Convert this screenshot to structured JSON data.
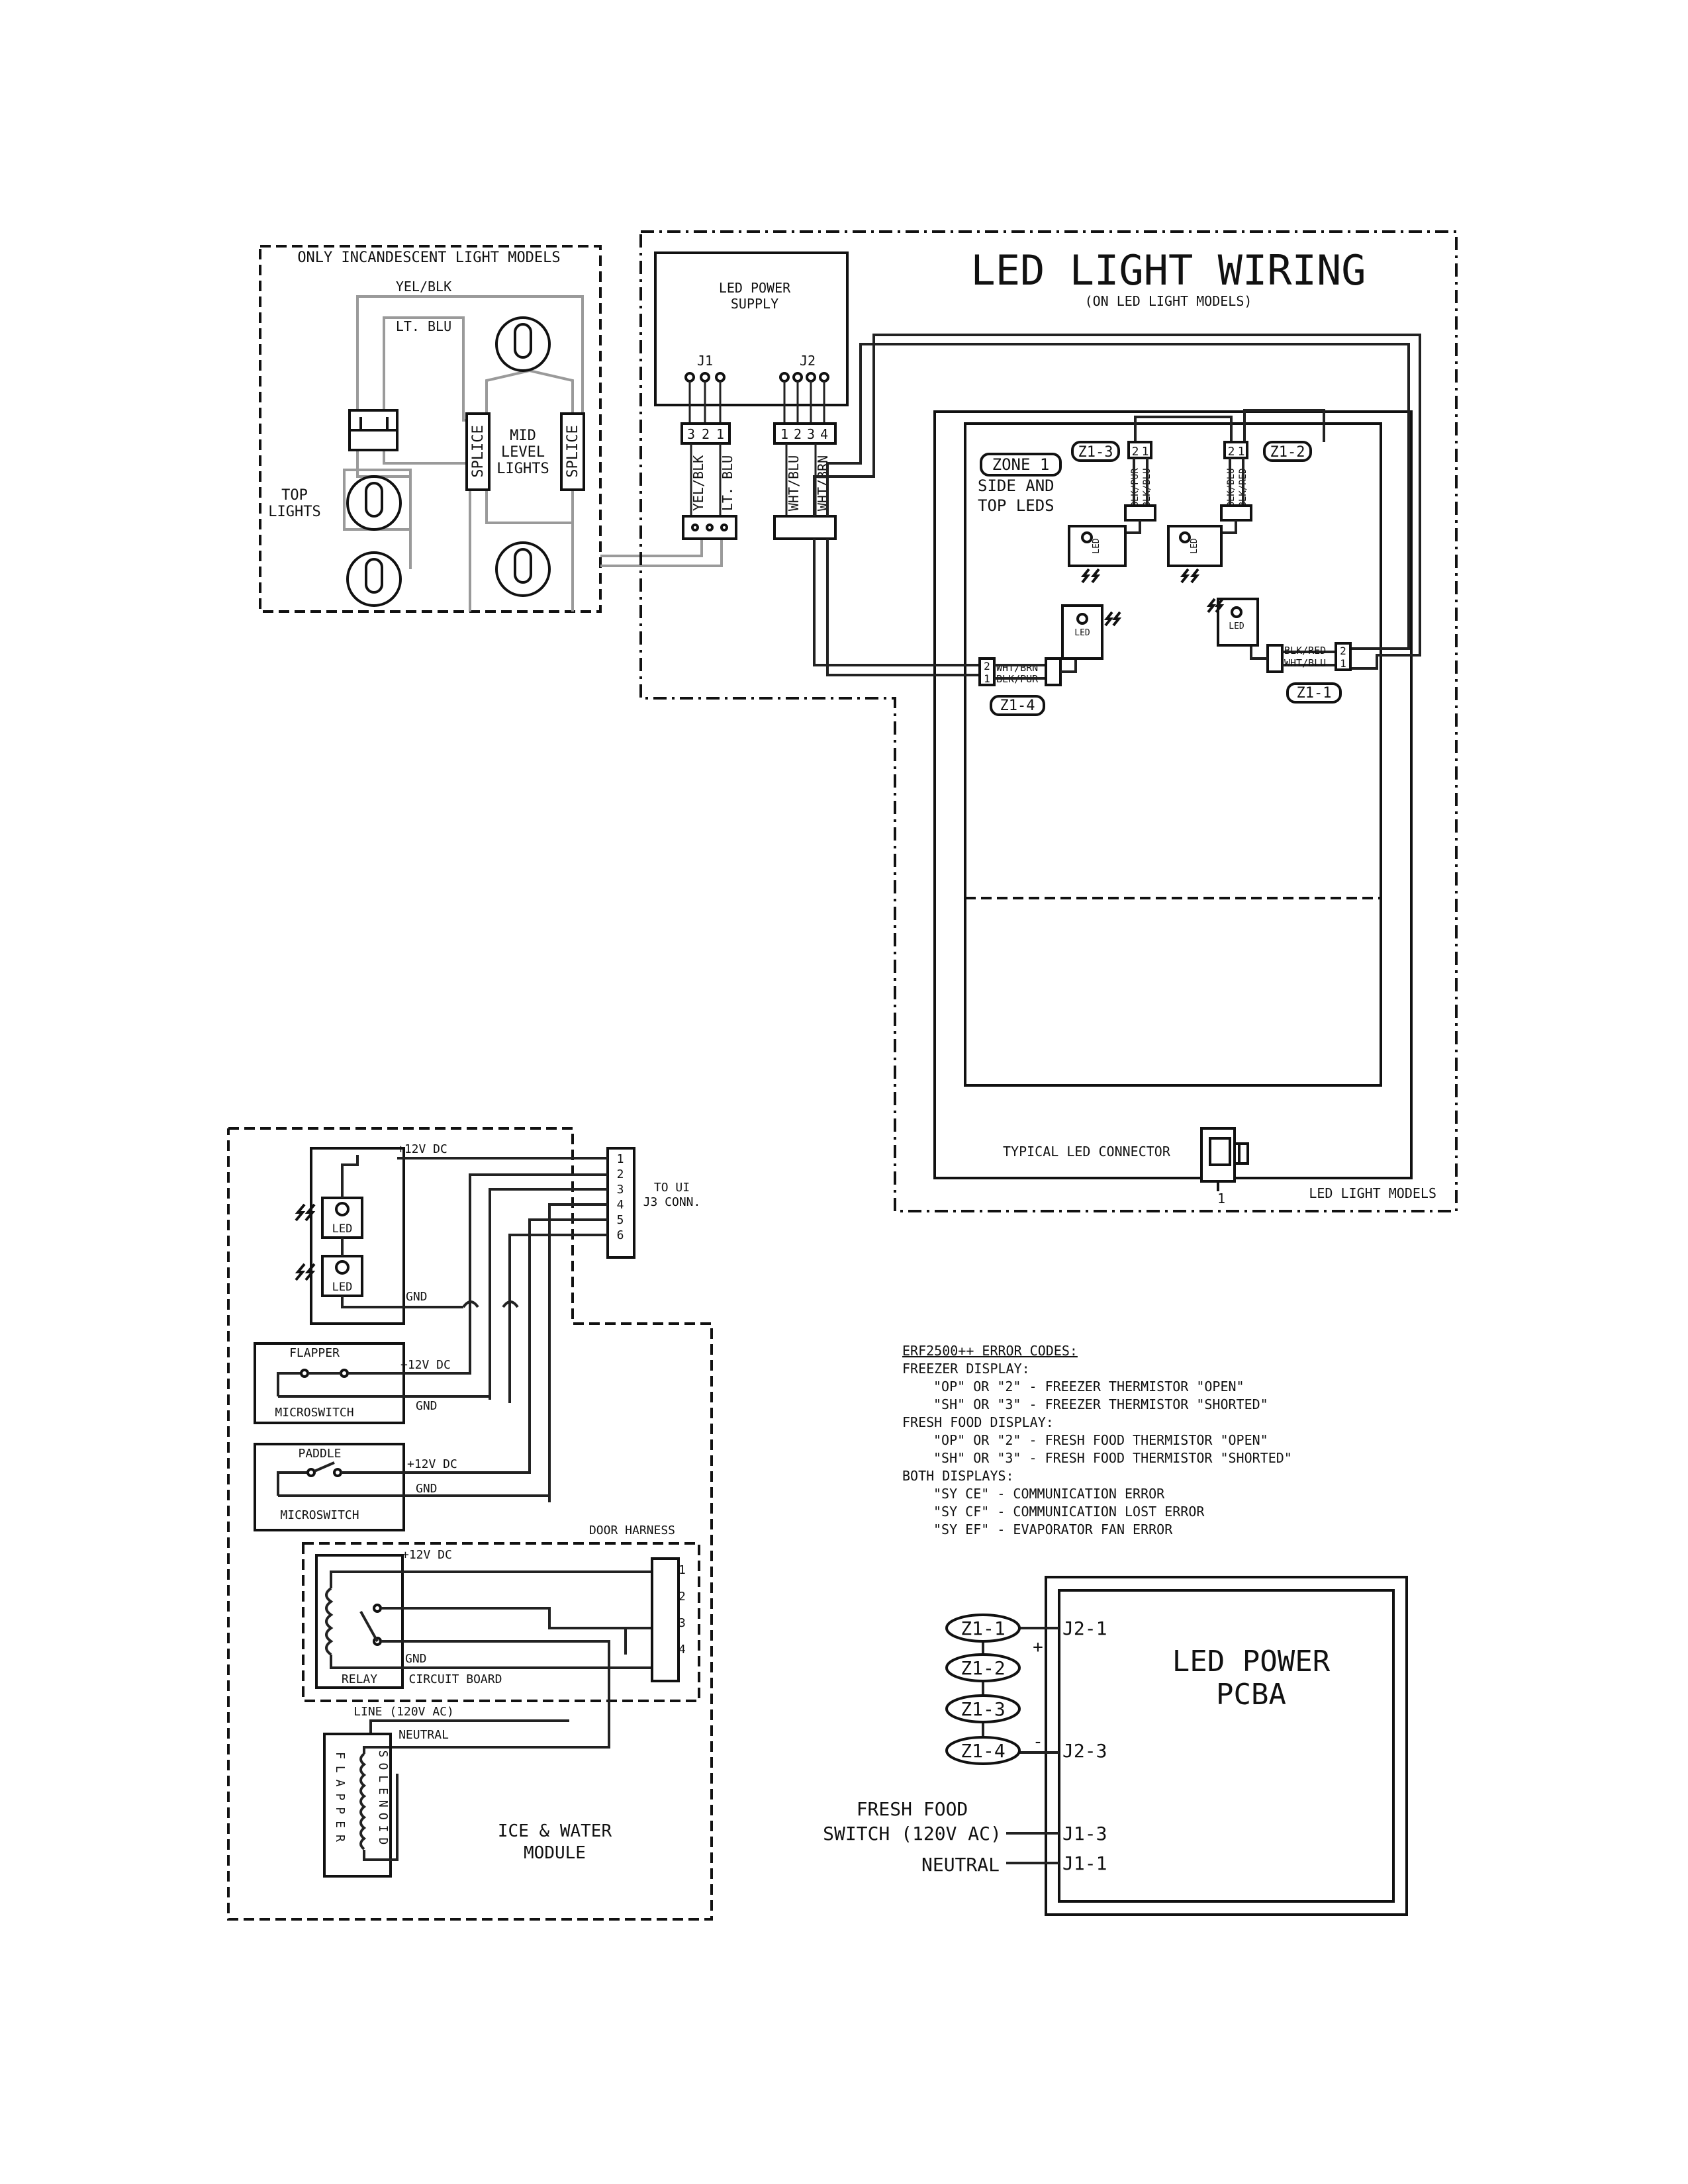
{
  "title": "LED LIGHT WIRING",
  "subtitle": "(ON LED LIGHT MODELS)",
  "incandescent": {
    "title": "ONLY INCANDESCENT LIGHT MODELS",
    "wire_yel_blk": "YEL/BLK",
    "wire_lt_blu": "LT. BLU",
    "top_lights_1": "TOP",
    "top_lights_2": "LIGHTS",
    "mid_1": "MID",
    "mid_2": "LEVEL",
    "mid_3": "LIGHTS",
    "splice": "SPLICE"
  },
  "power_supply": {
    "label_1": "LED POWER",
    "label_2": "SUPPLY",
    "j1": "J1",
    "j2": "J2",
    "j1_pins": [
      "3",
      "2",
      "1"
    ],
    "j2_pins": [
      "1",
      "2",
      "3",
      "4"
    ],
    "j1_wires": [
      "YEL/BLK",
      "LT. BLU"
    ],
    "j2_wires": [
      "WHT/BLU",
      "WHT/BRN"
    ]
  },
  "zones": {
    "zone1": "ZONE 1",
    "side_top_1": "SIDE AND",
    "side_top_2": "TOP LEDS",
    "z1_3": "Z1-3",
    "z1_2": "Z1-2",
    "z1_4": "Z1-4",
    "z1_1": "Z1-1",
    "z1_3_wires": [
      "BLK/PUR",
      "BLK/BLU"
    ],
    "z1_2_wires": [
      "BLK/BLU",
      "BLK/RED"
    ],
    "z1_4_wires": [
      "WHT/BRN",
      "BLK/PUR"
    ],
    "z1_1_wires": [
      "BLK/RED",
      "WHT/BLU"
    ],
    "pin2": "2",
    "pin1": "1",
    "led": "LED"
  },
  "typical_connector": "TYPICAL LED CONNECTOR",
  "connector_pin": "1",
  "led_models": "LED LIGHT MODELS",
  "ice_water": {
    "plus12": "+12V DC",
    "gnd": "GND",
    "led": "LED",
    "to_ui_1": "TO UI",
    "to_ui_2": "J3 CONN.",
    "j3_pins": [
      "1",
      "2",
      "3",
      "4",
      "5",
      "6"
    ],
    "flapper": "FLAPPER",
    "paddle": "PADDLE",
    "microswitch": "MICROSWITCH",
    "door_harness": "DOOR HARNESS",
    "door_pins": [
      "1",
      "2",
      "3",
      "4"
    ],
    "relay": "RELAY",
    "circuit_board": "CIRCUIT BOARD",
    "line": "LINE (120V AC)",
    "neutral": "NEUTRAL",
    "flapper_vertical": "FLAPPER",
    "solenoid_vertical": "SOLENOID",
    "module_1": "ICE & WATER",
    "module_2": "MODULE"
  },
  "error_codes": {
    "title": "ERF2500++ ERROR CODES:",
    "lines": [
      "FREEZER DISPLAY:",
      "\"OP\" OR \"2\" - FREEZER THERMISTOR \"OPEN\"",
      "\"SH\" OR \"3\" - FREEZER THERMISTOR \"SHORTED\"",
      "FRESH FOOD DISPLAY:",
      "\"OP\" OR \"2\" - FRESH FOOD THERMISTOR \"OPEN\"",
      "\"SH\" OR \"3\" - FRESH FOOD THERMISTOR \"SHORTED\"",
      "BOTH DISPLAYS:",
      "\"SY CE\" - COMMUNICATION ERROR",
      "\"SY CF\" - COMMUNICATION LOST ERROR",
      "\"SY EF\" - EVAPORATOR FAN ERROR"
    ]
  },
  "pcba": {
    "label_1": "LED POWER",
    "label_2": "PCBA",
    "j2_1": "J2-1",
    "j2_3": "J2-3",
    "j1_3": "J1-3",
    "j1_1": "J1-1",
    "plus": "+",
    "minus": "-",
    "ovals": [
      "Z1-1",
      "Z1-2",
      "Z1-3",
      "Z1-4"
    ],
    "fresh_1": "FRESH FOOD",
    "fresh_2": "SWITCH (120V AC)",
    "neutral": "NEUTRAL"
  }
}
